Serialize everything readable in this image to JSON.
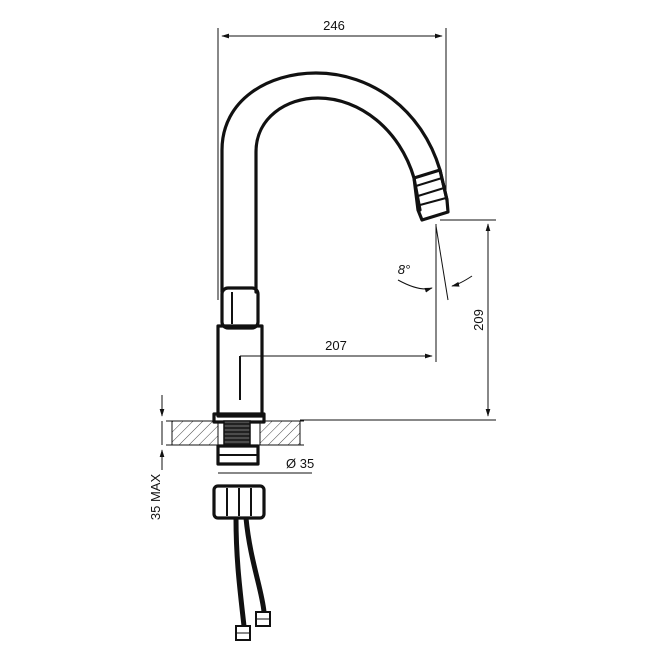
{
  "drawing": {
    "dimensions": {
      "overall_width": "246",
      "spout_reach": "207",
      "spout_height": "209",
      "spout_angle": "8°",
      "mount_hole": "Ø 35",
      "max_thickness": "35 MAX"
    }
  }
}
